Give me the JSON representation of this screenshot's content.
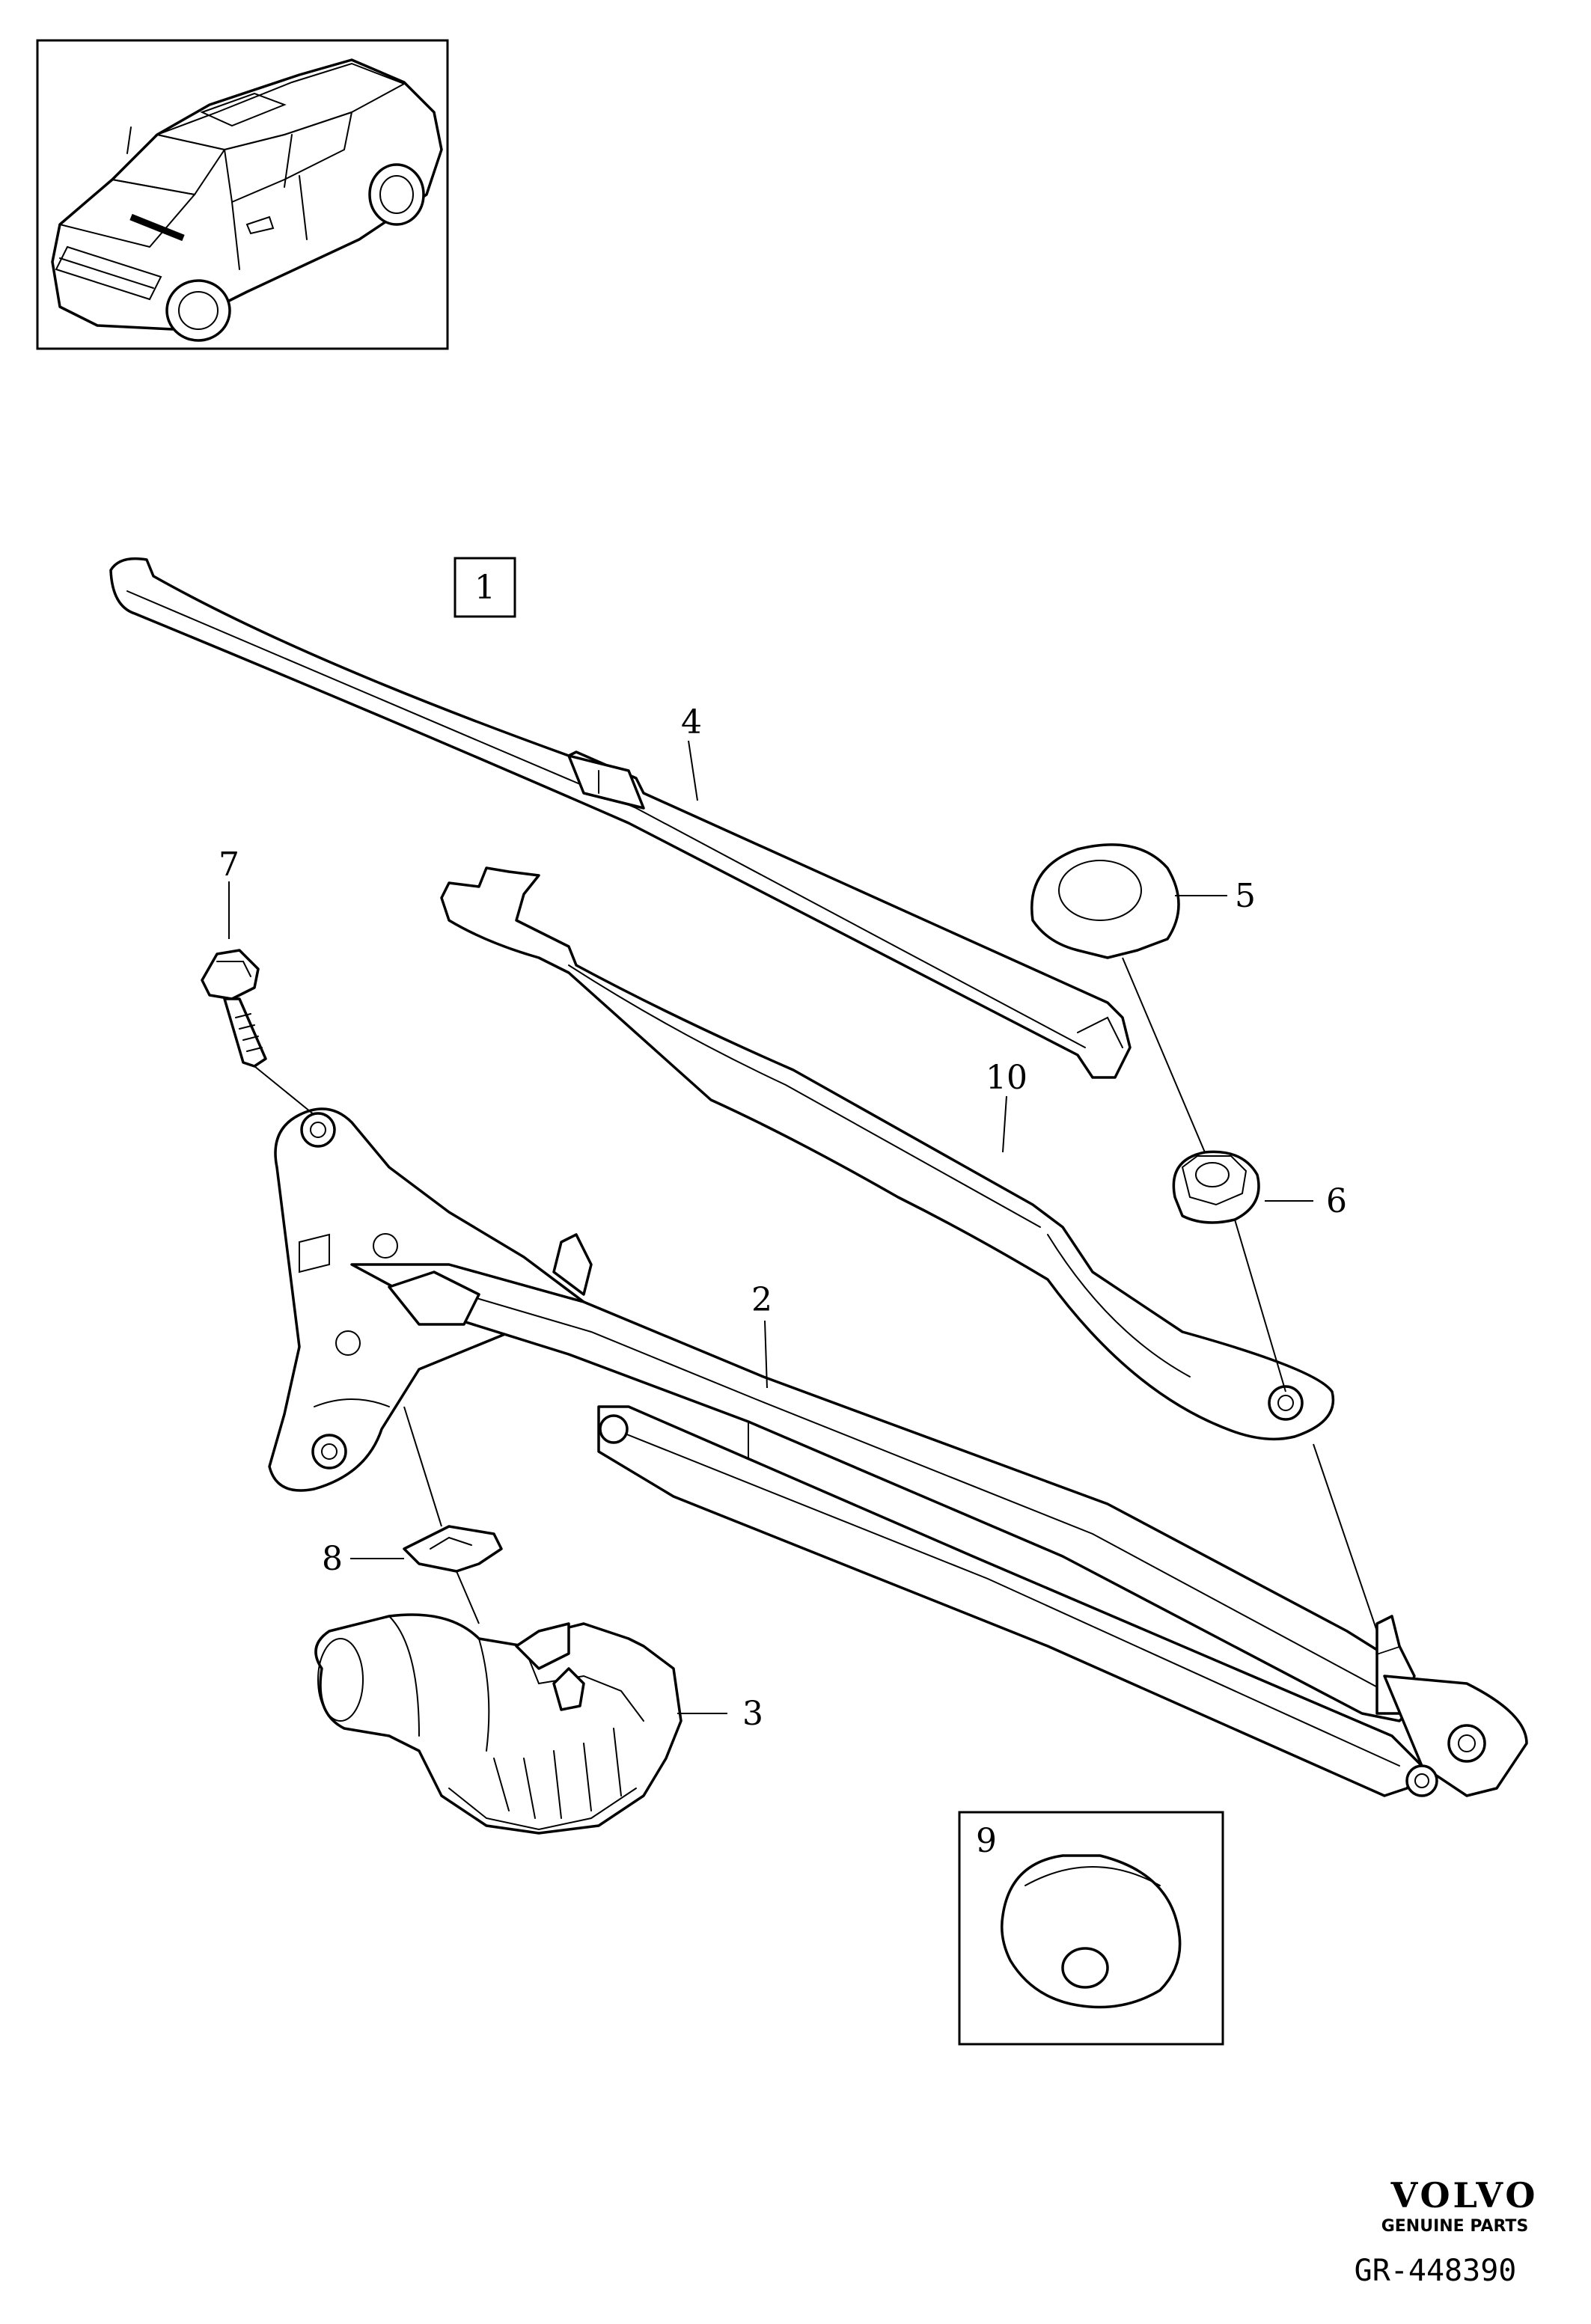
{
  "diagram": {
    "group_label": "1",
    "callouts": [
      {
        "id": "2",
        "label": "2"
      },
      {
        "id": "3",
        "label": "3"
      },
      {
        "id": "4",
        "label": "4"
      },
      {
        "id": "5",
        "label": "5"
      },
      {
        "id": "6",
        "label": "6"
      },
      {
        "id": "7",
        "label": "7"
      },
      {
        "id": "8",
        "label": "8"
      },
      {
        "id": "9",
        "label": "9"
      },
      {
        "id": "10",
        "label": "10"
      }
    ],
    "brand": {
      "name": "VOLVO",
      "tagline": "GENUINE PARTS"
    },
    "reference": "GR-448390"
  }
}
